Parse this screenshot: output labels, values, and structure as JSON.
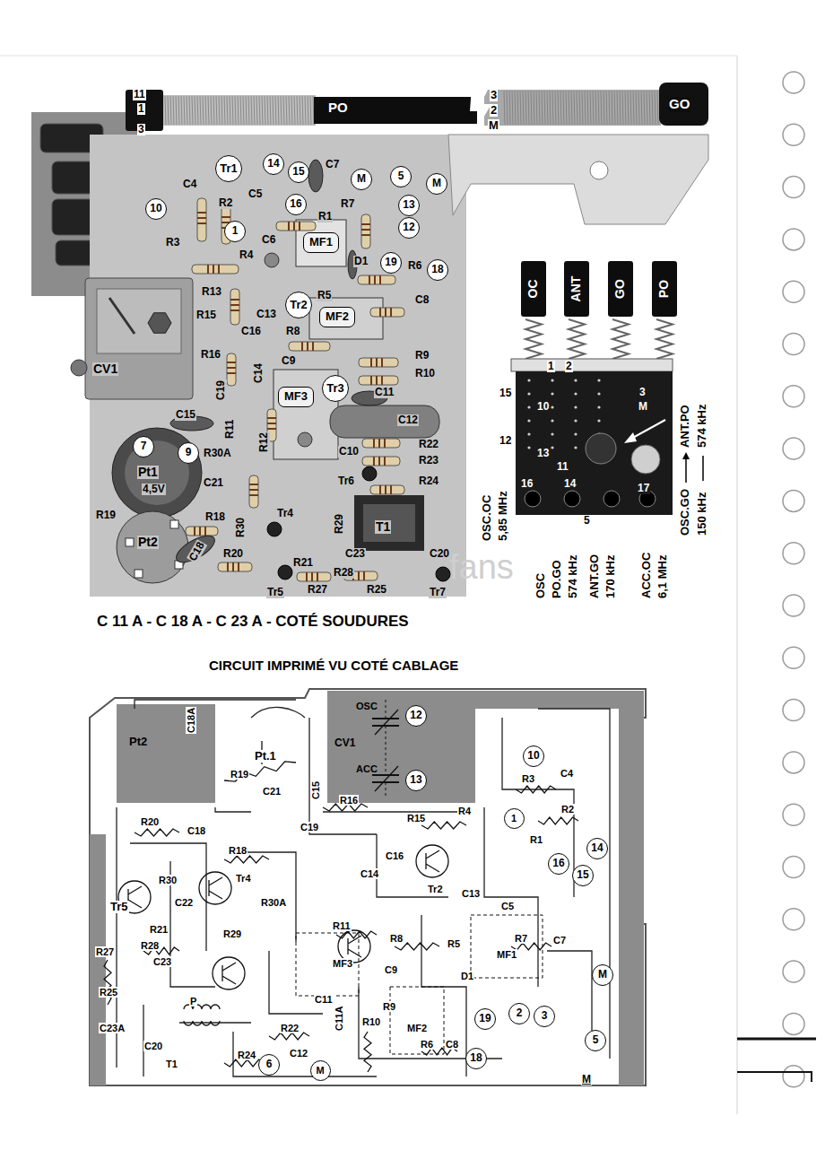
{
  "diagram": {
    "title": "CIRCUIT IMPRIMÉ VU COTÉ CABLAGE",
    "caption": "C 11 A - C 18 A - C 23 A - COTÉ SOUDURES",
    "nodes": [
      {
        "text": [
          "Tr1"
        ]
      },
      {
        "text": [
          "14"
        ]
      },
      {
        "text": [
          "15"
        ]
      },
      {
        "text": [
          "M"
        ]
      },
      {
        "text": [
          "5"
        ]
      },
      {
        "text": [
          "M"
        ]
      },
      {
        "text": [
          "16"
        ]
      },
      {
        "text": [
          "13"
        ]
      },
      {
        "text": [
          "12"
        ]
      },
      {
        "text": [
          "10"
        ]
      },
      {
        "text": [
          "1"
        ]
      },
      {
        "text": [
          "MF1"
        ]
      },
      {
        "text": [
          "19"
        ]
      },
      {
        "text": [
          "18"
        ]
      },
      {
        "text": [
          "Tr2"
        ]
      },
      {
        "text": [
          "MF2"
        ]
      },
      {
        "text": [
          "Tr3"
        ]
      },
      {
        "text": [
          "MF3"
        ]
      },
      {
        "text": [
          "7"
        ]
      },
      {
        "text": [
          "9"
        ]
      },
      {
        "text": [
          "OC"
        ]
      },
      {
        "text": [
          "ANT"
        ]
      },
      {
        "text": [
          "GO"
        ]
      },
      {
        "text": [
          "PO"
        ]
      },
      {
        "text": [
          "12"
        ]
      },
      {
        "text": [
          "13"
        ]
      },
      {
        "text": [
          "10"
        ]
      },
      {
        "text": [
          "1"
        ]
      },
      {
        "text": [
          "14"
        ]
      },
      {
        "text": [
          "16"
        ]
      },
      {
        "text": [
          "15"
        ]
      },
      {
        "text": [
          "6"
        ]
      },
      {
        "text": [
          "M"
        ]
      },
      {
        "text": [
          "19"
        ]
      },
      {
        "text": [
          "18"
        ]
      },
      {
        "text": [
          "2"
        ]
      },
      {
        "text": [
          "3"
        ]
      },
      {
        "text": [
          "M"
        ]
      },
      {
        "text": [
          "5"
        ]
      }
    ],
    "labels": [
      "11",
      "1",
      "3",
      "PO",
      "3",
      "2",
      "M",
      "GO",
      "C4",
      "R2",
      "C5",
      "C7",
      "R7",
      "R3",
      "R1",
      "C6",
      "R4",
      "D1",
      "R6",
      "R13",
      "R5",
      "C8",
      "C13",
      "R15",
      "C16",
      "R8",
      "R16",
      "C9",
      "R9",
      "R10",
      "C14",
      "C19",
      "C11",
      "C15",
      "C12",
      "R11",
      "R12",
      "R30A",
      "R22",
      "R23",
      "C10",
      "C21",
      "4,5V",
      "Tr6",
      "R24",
      "R18",
      "R19",
      "R30",
      "Tr4",
      "R29",
      "C18",
      "R20",
      "R21",
      "C23",
      "R28",
      "C20",
      "Tr5",
      "R27",
      "R25",
      "Tr7",
      "CV1",
      "Pt1",
      "Pt2",
      "T1",
      "fans",
      "1",
      "2",
      "15",
      "10",
      "3",
      "M",
      "12",
      "13",
      "11",
      "16",
      "14",
      "17",
      "5",
      "ANT.PO",
      "574 kHz",
      "OSC.GO",
      "150 kHz",
      "OSC.OC",
      "5,85 MHz",
      "OSC",
      "PO.GO",
      "574 kHz",
      "ANT.GO",
      "170 kHz",
      "ACC.OC",
      "6,1 MHz",
      "C18A",
      "Pt2",
      "Pt.1",
      "R19",
      "C15",
      "OSC",
      "CV1",
      "ACC",
      "C21",
      "R16",
      "C19",
      "R20",
      "C18",
      "R18",
      "R4",
      "R3",
      "C4",
      "R2",
      "R15",
      "R1",
      "C16",
      "C14",
      "Tr2",
      "C13",
      "C5",
      "R5",
      "R8",
      "C9",
      "R7",
      "MF1",
      "C7",
      "D1",
      "R30",
      "Tr4",
      "C22",
      "R30A",
      "R11",
      "MF3",
      "Tr5",
      "R21",
      "R28",
      "C23",
      "R27",
      "R29",
      "R25",
      "P",
      "C23A",
      "C20",
      "T1",
      "R22",
      "R24",
      "C12",
      "C11",
      "C11A",
      "R10",
      "R9",
      "MF2",
      "R6",
      "C8",
      "M"
    ]
  }
}
